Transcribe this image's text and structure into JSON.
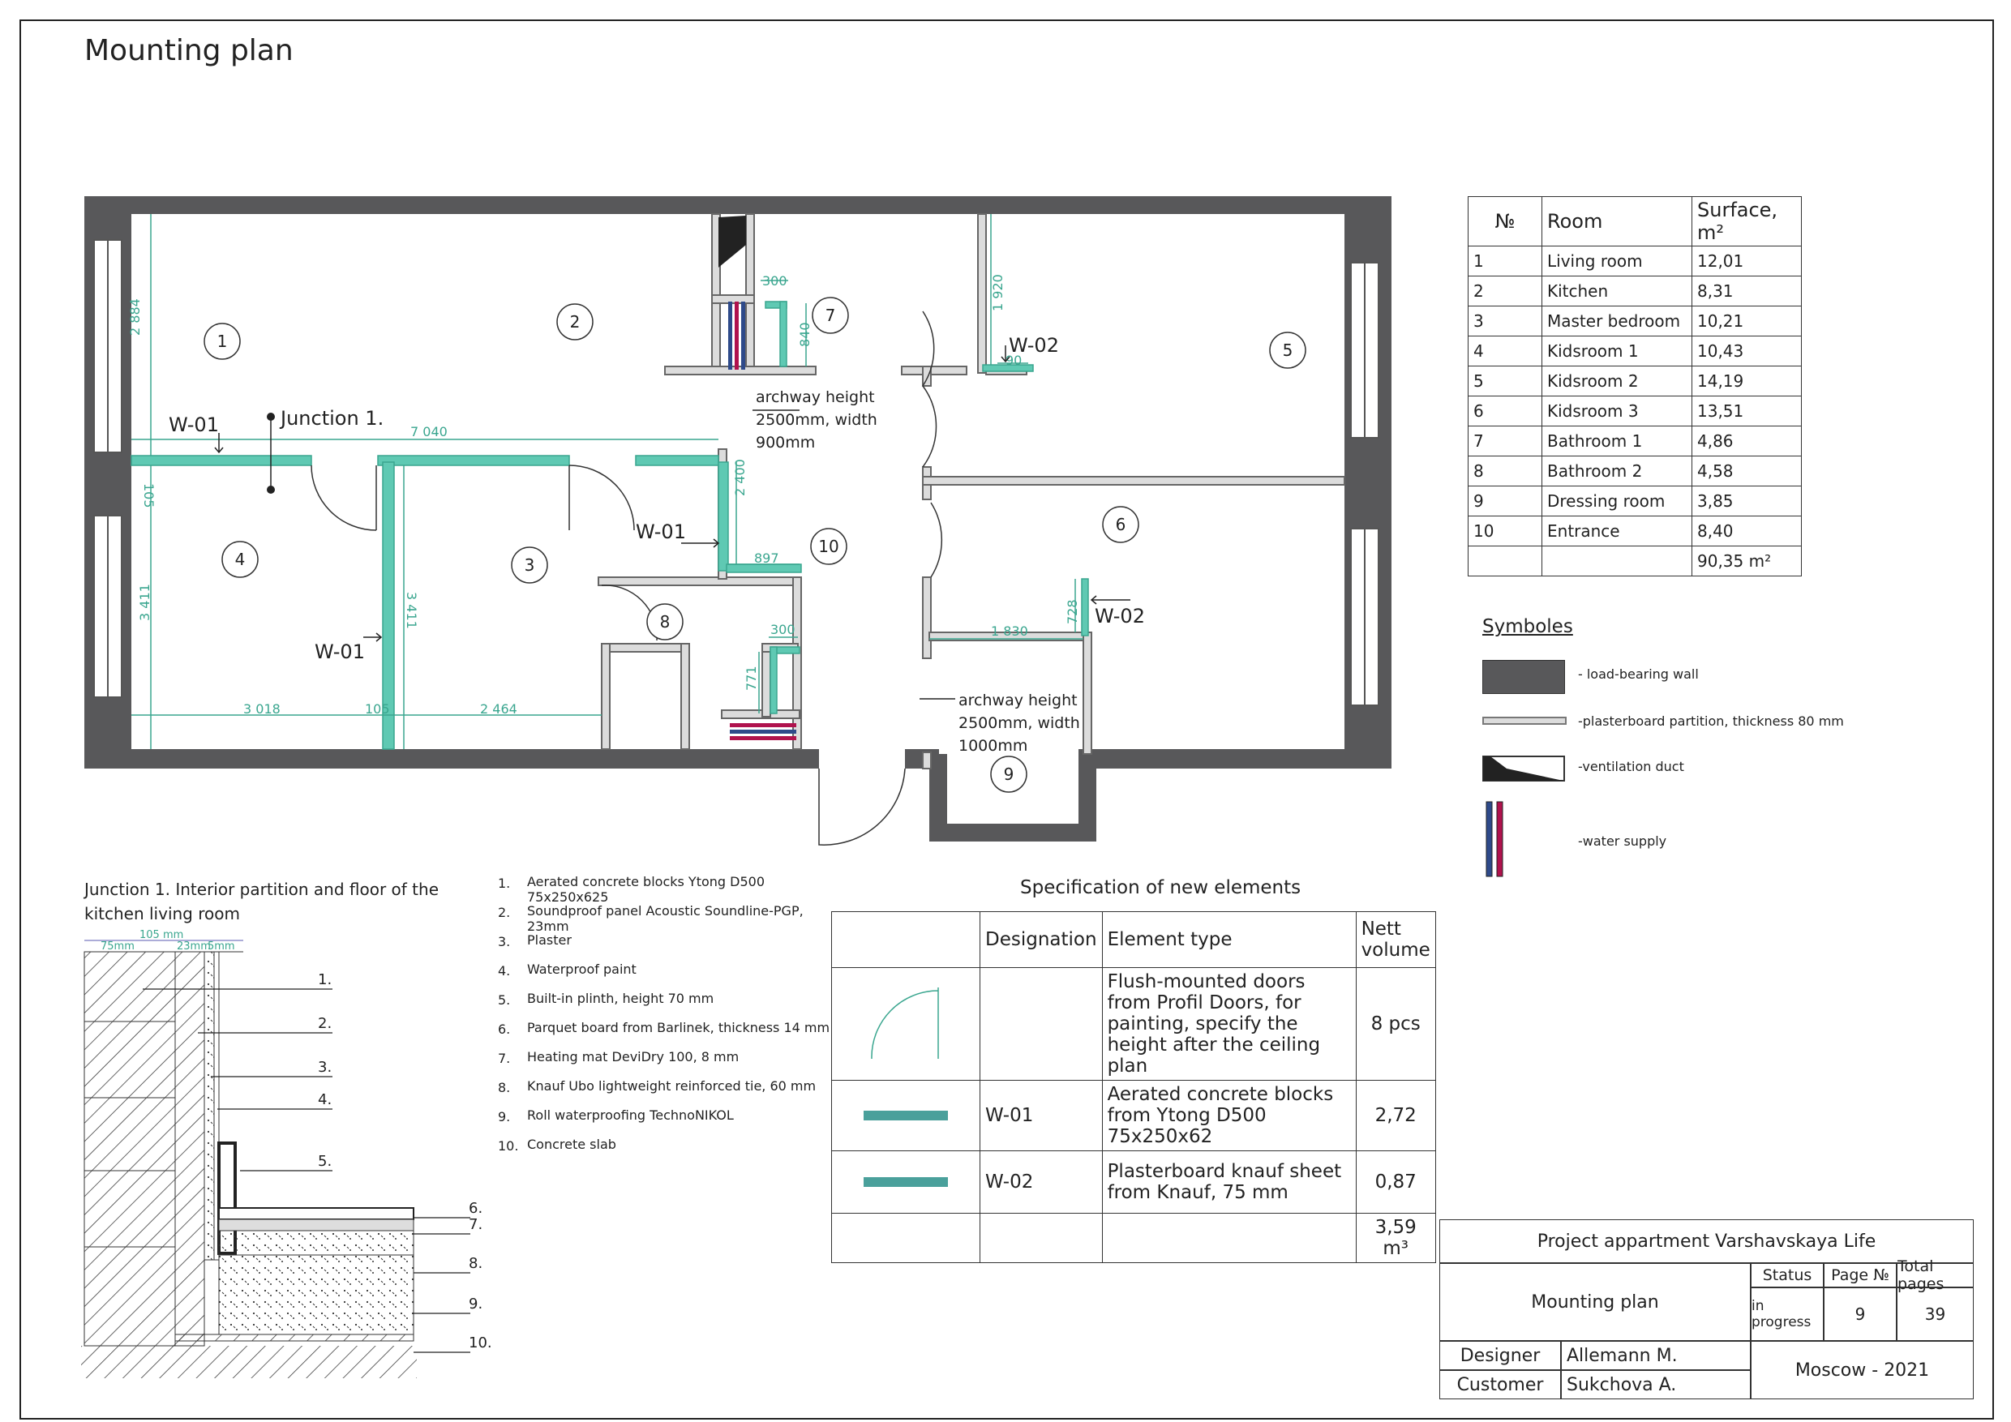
{
  "page_title": "Mounting plan",
  "plan": {
    "room_numbers": [
      "1",
      "2",
      "3",
      "4",
      "5",
      "6",
      "7",
      "8",
      "9",
      "10"
    ],
    "dimensions": {
      "d2884": "2 884",
      "d105a": "105",
      "d7040": "7 040",
      "d3411a": "3 411",
      "d3411b": "3 411",
      "d3018": "3 018",
      "d105b": "105",
      "d2464": "2 464",
      "d300a": "300",
      "d840": "840",
      "d2400": "2 400",
      "d897": "897",
      "d300b": "300",
      "d771": "771",
      "d1920": "1 920",
      "d90": "90",
      "d1830": "1 830",
      "d728": "728"
    },
    "labels": {
      "w01_a": "W-01",
      "w01_b": "W-01",
      "w01_c": "W-01",
      "w02_a": "W-02",
      "w02_b": "W-02",
      "junction": "Junction 1.",
      "archway1": [
        "archway height",
        "2500mm, width",
        "900mm"
      ],
      "archway2": [
        "archway height",
        "2500mm, width",
        "1000mm"
      ]
    }
  },
  "rooms_table": {
    "headers": [
      "№",
      "Room",
      "Surface, m²"
    ],
    "rows": [
      [
        "1",
        "Living room",
        "12,01"
      ],
      [
        "2",
        "Kitchen",
        "8,31"
      ],
      [
        "3",
        "Master bedroom",
        "10,21"
      ],
      [
        "4",
        "Kidsroom 1",
        "10,43"
      ],
      [
        "5",
        "Kidsroom 2",
        "14,19"
      ],
      [
        "6",
        "Kidsroom 3",
        "13,51"
      ],
      [
        "7",
        "Bathroom 1",
        "4,86"
      ],
      [
        "8",
        "Bathroom  2",
        "4,58"
      ],
      [
        "9",
        "Dressing room",
        "3,85"
      ],
      [
        "10",
        "Entrance",
        "8,40"
      ]
    ],
    "total": "90,35 m²"
  },
  "legend": {
    "title": "Symboles",
    "items": [
      "- load-bearing wall",
      "-plasterboard partition, thickness 80 mm",
      "-ventilation duct",
      "-water supply"
    ]
  },
  "junction": {
    "title": [
      "Junction 1.  Interior partition and floor of the",
      "kitchen living room"
    ],
    "dims": [
      "105 mm",
      "75mm",
      "23mm",
      "5mm"
    ],
    "markers": [
      "1.",
      "2.",
      "3.",
      "4.",
      "5.",
      "6.",
      "7.",
      "8.",
      "9.",
      "10."
    ]
  },
  "notes": [
    "Aerated concrete blocks Ytong D500 75x250x625",
    "Soundproof panel Acoustic Soundline-PGP, 23mm",
    "Plaster",
    "Waterproof paint",
    "Built-in plinth, height 70 mm",
    "Parquet board from Barlinek, thickness 14 mm",
    "Heating mat DeviDry 100, 8 mm",
    "Knauf Ubo lightweight reinforced tie, 60 mm",
    "Roll waterproofing TechnoNIKOL",
    "Concrete slab"
  ],
  "spec": {
    "title": "Specification of new elements",
    "headers": [
      "Designation",
      "Element type",
      "Nett volume"
    ],
    "rows": [
      {
        "designation": "",
        "type": "Flush-mounted doors from Profil Doors, for painting, specify the height after the ceiling plan",
        "volume": "8 pcs"
      },
      {
        "designation": "W-01",
        "type": "Aerated concrete blocks from Ytong D500 75x250x62",
        "volume": "2,72"
      },
      {
        "designation": "W-02",
        "type": "Plasterboard knauf sheet from Knauf, 75 mm",
        "volume": "0,87"
      }
    ],
    "total": "3,59 m³"
  },
  "title_block": {
    "project": "Project appartment Varshavskaya Life",
    "sheet": "Mounting plan",
    "status_label": "Status",
    "page_label": "Page №",
    "total_label": "Total pages",
    "status": "in progress",
    "page": "9",
    "total_pages": "39",
    "designer_label": "Designer",
    "designer": "Allemann M.",
    "customer_label": "Customer",
    "customer": "Sukchova A.",
    "city_year": "Moscow - 2021"
  },
  "colors": {
    "wall": "#58585a",
    "partition": "#9a9a9a",
    "new_wall": "#5fc9b3",
    "dimension": "#3aa68f",
    "water_red": "#b0124d",
    "water_blue": "#2e4a8a",
    "spec_bar": "#4aa09b"
  }
}
